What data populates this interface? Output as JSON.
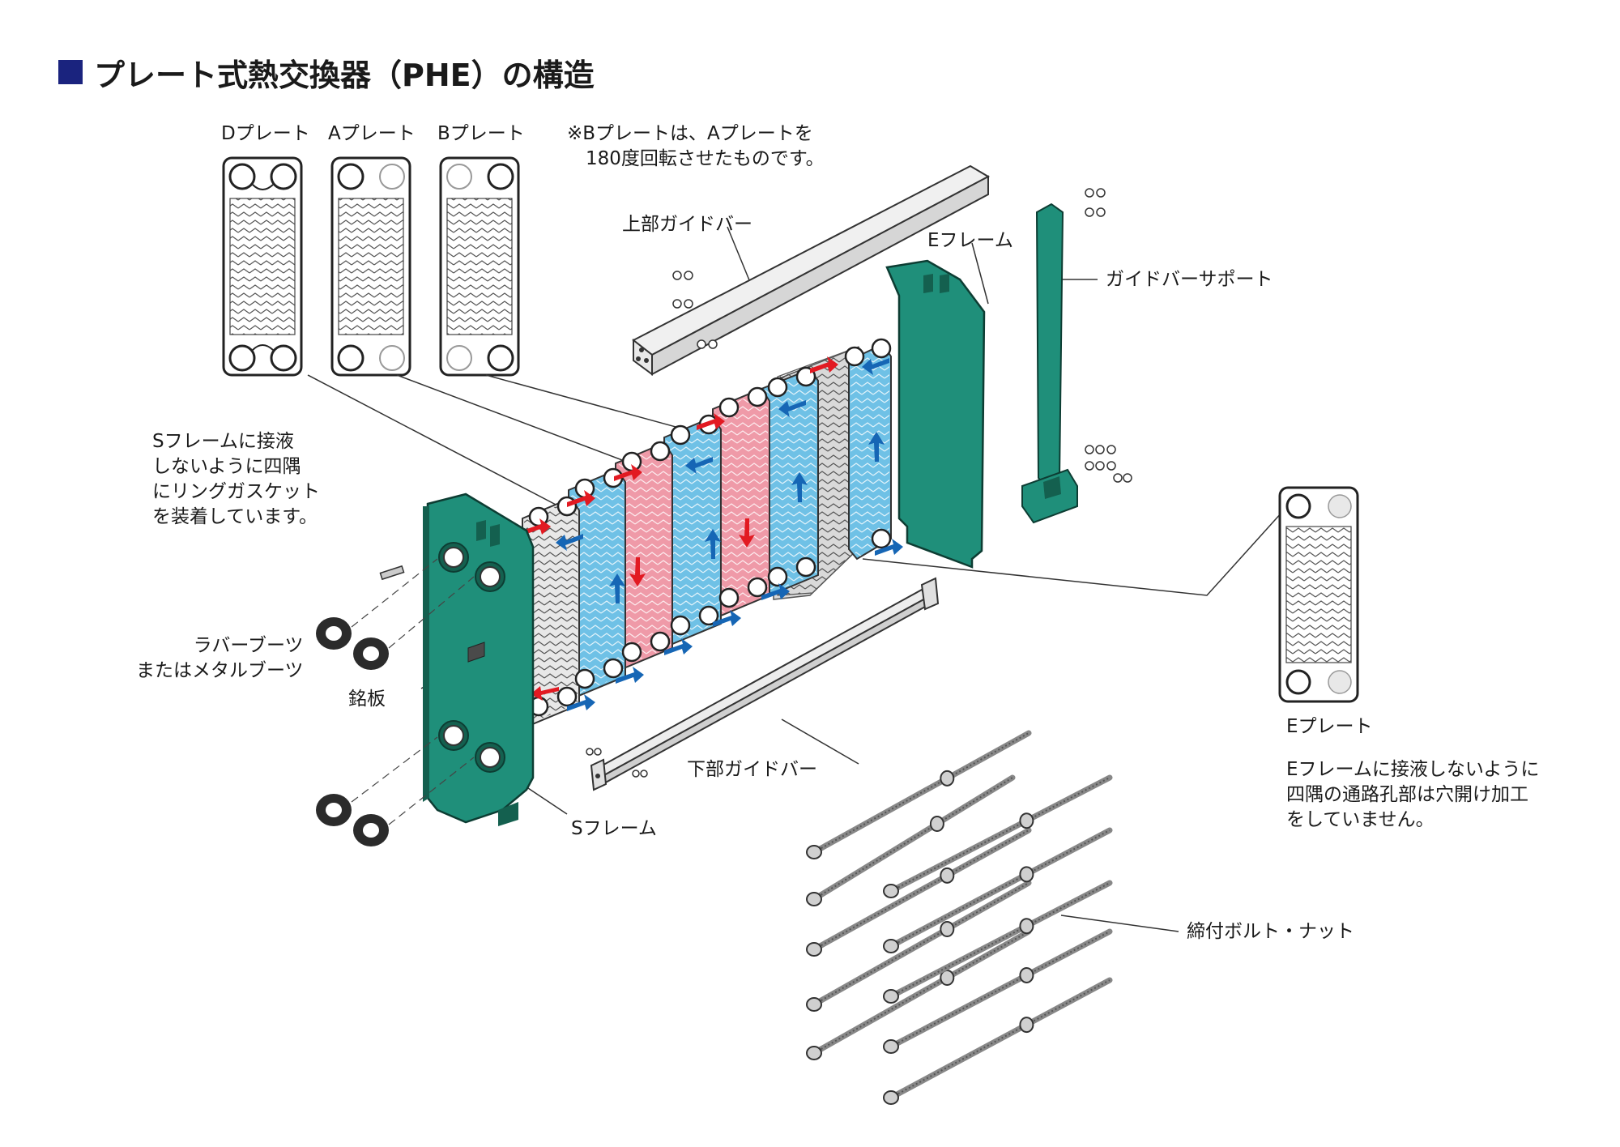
{
  "title": {
    "text": "プレート式熱交換器（PHE）の構造"
  },
  "plates_top": [
    {
      "id": "D",
      "label": "Dプレート"
    },
    {
      "id": "A",
      "label": "Aプレート"
    },
    {
      "id": "B",
      "label": "Bプレート"
    }
  ],
  "notes": {
    "b_plate": "※Bプレートは、Aプレートを\n　180度回転させたものです。",
    "s_frame": "Sフレームに接液\nしないように四隅\nにリングガスケット\nを装着しています。",
    "e_frame": "Eフレームに接液しないように\n四隅の通路孔部は穴開け加工\nをしていません。"
  },
  "labels": {
    "upper_guide_bar": "上部ガイドバー",
    "e_frame": "Eフレーム",
    "guide_bar_support": "ガイドバーサポート",
    "rubber_boots": "ラバーブーツ\nまたはメタルブーツ",
    "nameplate": "銘板",
    "lower_guide_bar": "下部ガイドバー",
    "s_frame": "Sフレーム",
    "e_plate": "Eプレート",
    "bolts": "締付ボルト・ナット"
  },
  "colors": {
    "title_mark": "#1a237e",
    "frame": "#1f8f7a",
    "frame_dark": "#14604f",
    "plate_blue": "#6fc1e6",
    "plate_pink": "#ef9aa8",
    "plate_gray": "#d9d9d9",
    "arrow_red": "#e21a22",
    "arrow_blue": "#1666b5"
  }
}
